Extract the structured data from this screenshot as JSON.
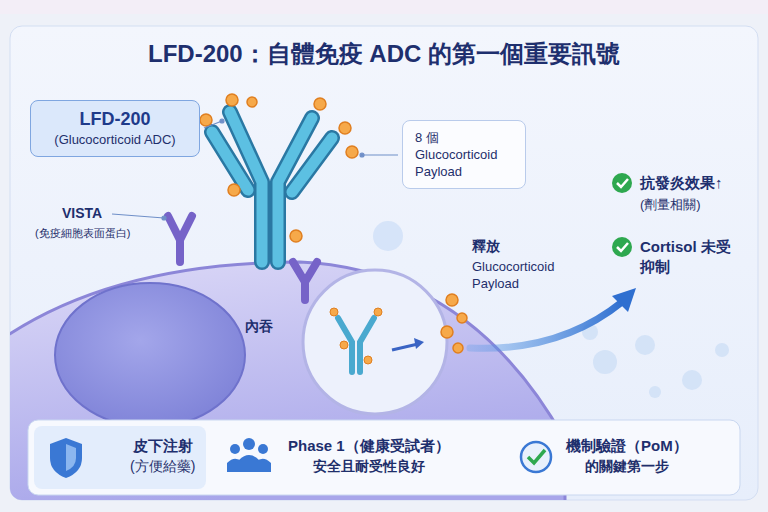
{
  "diagram": {
    "title": "LFD-200：自體免疫 ADC 的第一個重要訊號",
    "nodes": [
      {
        "text": [
          "LFD-200",
          "(Glucocorticoid ADC)"
        ]
      },
      {
        "text": [
          "8 個 Glucocorticoid Payload"
        ]
      },
      {
        "text": [
          "皮下注射",
          "(方便給藥)"
        ]
      },
      {
        "text": [
          "Phase 1（健康受試者）",
          "安全且耐受性良好"
        ]
      },
      {
        "text": [
          "機制驗證（PoM）",
          "的關鍵第一步"
        ]
      }
    ],
    "labels": [
      "VISTA",
      "(免疫細胞表面蛋白)",
      "內吞",
      "釋放",
      "Glucocorticoid Payload",
      "抗發炎效果↑",
      "(劑量相關)",
      "Cortisol 未受抑制"
    ]
  }
}
